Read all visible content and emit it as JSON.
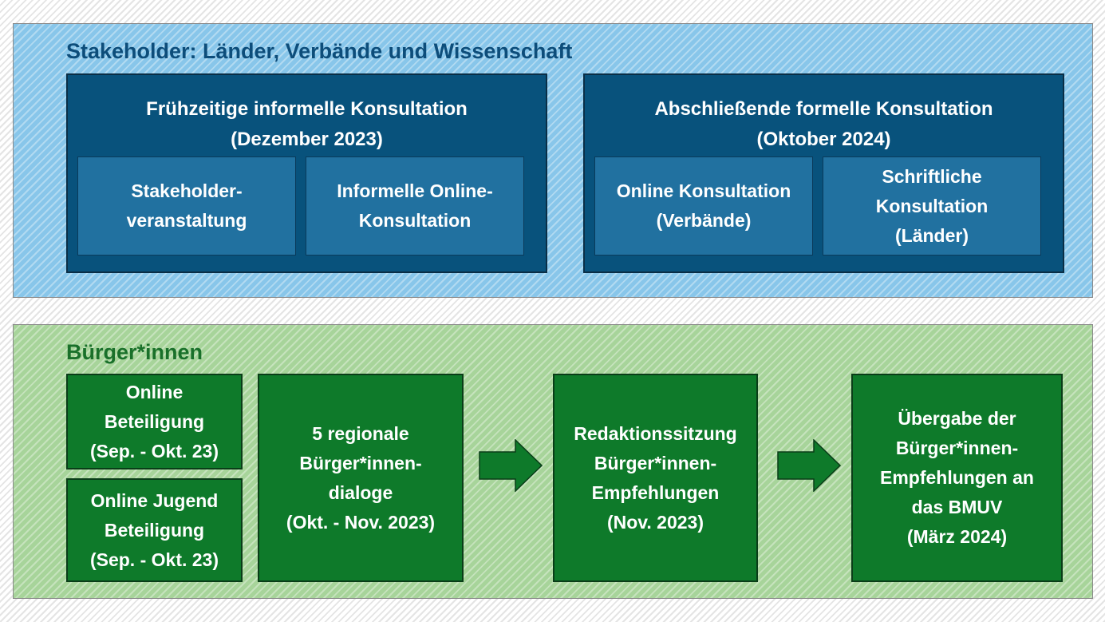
{
  "stakeholder": {
    "title": "Stakeholder: Länder, Verbände und Wissenschaft",
    "fruehzeitig": {
      "title_line1": "Frühzeitige informelle Konsultation",
      "title_line2": "(Dezember 2023)",
      "items": [
        {
          "line1": "Stakeholder-",
          "line2": "veranstaltung"
        },
        {
          "line1": "Informelle Online-",
          "line2": "Konsultation"
        }
      ]
    },
    "abschliessend": {
      "title_line1": "Abschließende formelle Konsultation",
      "title_line2": "(Oktober 2024)",
      "items": [
        {
          "line1": "Online Konsultation",
          "line2": "(Verbände)"
        },
        {
          "line1": "Schriftliche",
          "line2": "Konsultation",
          "line3": "(Länder)"
        }
      ]
    }
  },
  "buerger": {
    "title": "Bürger*innen",
    "online_beteiligung": {
      "line1": "Online",
      "line2": "Beteiligung",
      "line3": "(Sep. - Okt. 23)"
    },
    "online_jugend": {
      "line1": "Online Jugend",
      "line2": "Beteiligung",
      "line3": "(Sep. - Okt. 23)"
    },
    "regionale_dialoge": {
      "line1": "5 regionale",
      "line2": "Bürger*innen-",
      "line3": "dialoge",
      "line4": "(Okt. - Nov. 2023)"
    },
    "redaktionssitzung": {
      "line1": "Redaktionssitzung",
      "line2": "Bürger*innen-",
      "line3": "Empfehlungen",
      "line4": "(Nov. 2023)"
    },
    "uebergabe": {
      "line1": "Übergabe der",
      "line2": "Bürger*innen-",
      "line3": "Empfehlungen an",
      "line4": "das BMUV",
      "line5": "(März 2024)"
    }
  },
  "colors": {
    "stakeholder_bg": "#88c6ea",
    "stakeholder_title": "#0d4d7a",
    "outer_blue": "#08527c",
    "inner_blue": "#2171a0",
    "buerger_bg": "#a7d49a",
    "buerger_title": "#19702a",
    "green_box": "#0e7a2a"
  },
  "icons": {
    "flow_arrow": "arrow-right-icon"
  }
}
